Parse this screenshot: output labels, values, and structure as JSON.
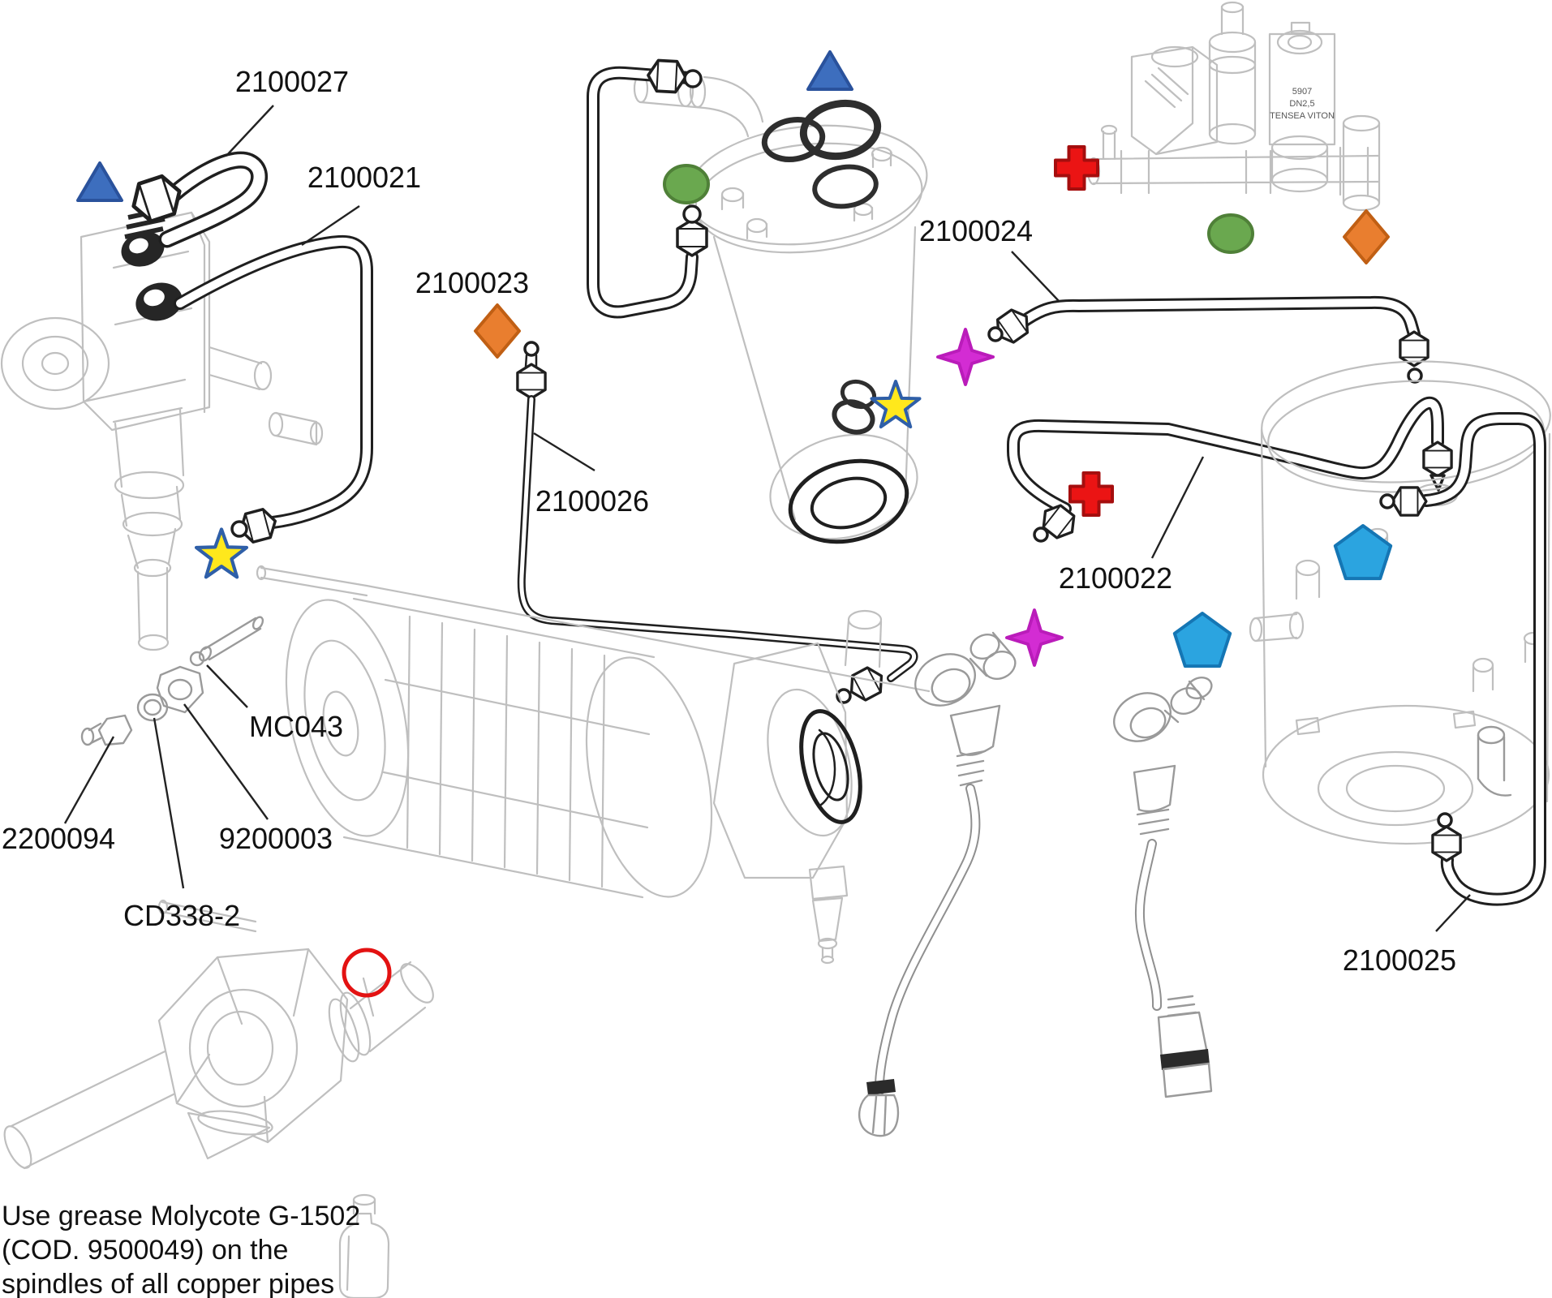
{
  "labels": {
    "l2100027": "2100027",
    "l2100021": "2100021",
    "l2100023": "2100023",
    "l2100026": "2100026",
    "l2100024": "2100024",
    "l2100022": "2100022",
    "l2100025": "2100025",
    "lMC043": "MC043",
    "l2200094": "2200094",
    "l9200003": "9200003",
    "lCD338": "CD338-2"
  },
  "note": {
    "line1": "Use grease Molycote G-1502",
    "line2": "(COD. 9500049) on the",
    "line3": "spindles of all copper pipes"
  },
  "valve_plate": {
    "line1": "5907",
    "line2": "DN2,5",
    "line3": "TENSEA VITON"
  },
  "markers": {
    "triangle": {
      "fill": "#3D6EBE",
      "stroke": "#2A529C"
    },
    "circle": {
      "fill": "#6AA84F",
      "stroke": "#4F8038"
    },
    "diamond": {
      "fill": "#E97E2F",
      "stroke": "#C05F14"
    },
    "star": {
      "fill": "#FFE81C",
      "stroke": "#2F5FA8"
    },
    "cross": {
      "fill": "#EB1414",
      "stroke": "#A50E0E"
    },
    "spark": {
      "fill": "#D32CD3",
      "stroke": "#BA1CBA"
    },
    "pentagon": {
      "fill": "#2BA4E0",
      "stroke": "#1576B4"
    },
    "ring_stroke": "#E31212"
  }
}
